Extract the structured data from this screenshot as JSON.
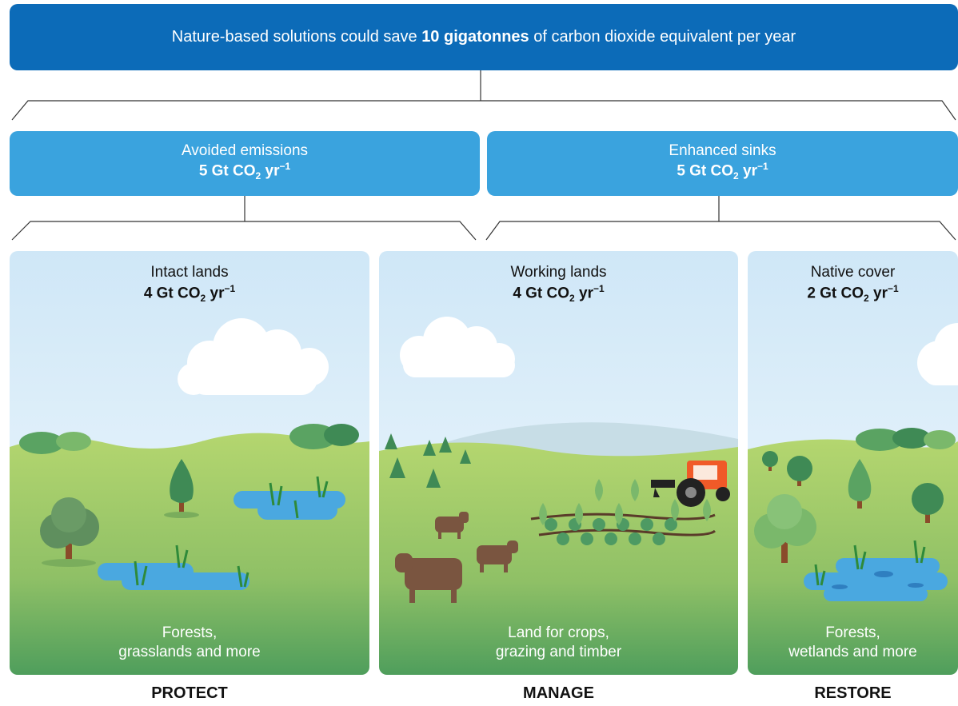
{
  "header": {
    "text_before": "Nature-based solutions could save ",
    "text_bold": "10 gigatonnes",
    "text_after": " of carbon dioxide equivalent per year"
  },
  "categories": [
    {
      "title": "Avoided emissions",
      "value": "5 Gt CO",
      "sub": "2",
      "unit": " yr",
      "sup": "−1"
    },
    {
      "title": "Enhanced sinks",
      "value": "5 Gt CO",
      "sub": "2",
      "unit": " yr",
      "sup": "−1"
    }
  ],
  "panels": [
    {
      "title": "Intact lands",
      "value": "4 Gt CO",
      "sub": "2",
      "unit": " yr",
      "sup": "−1",
      "desc1": "Forests,",
      "desc2": "grasslands and more",
      "action": "PROTECT"
    },
    {
      "title": "Working lands",
      "value": "4 Gt CO",
      "sub": "2",
      "unit": " yr",
      "sup": "−1",
      "desc1": "Land for crops,",
      "desc2": "grazing and timber",
      "action": "MANAGE"
    },
    {
      "title": "Native cover",
      "value": "2 Gt CO",
      "sub": "2",
      "unit": " yr",
      "sup": "−1",
      "desc1": "Forests,",
      "desc2": "wetlands and more",
      "action": "RESTORE"
    }
  ],
  "colors": {
    "header": "#0c6bb8",
    "category": "#3aa3de",
    "sky": "#dceef9",
    "grass": "#a9cf6c",
    "water": "#4aa8e0"
  }
}
